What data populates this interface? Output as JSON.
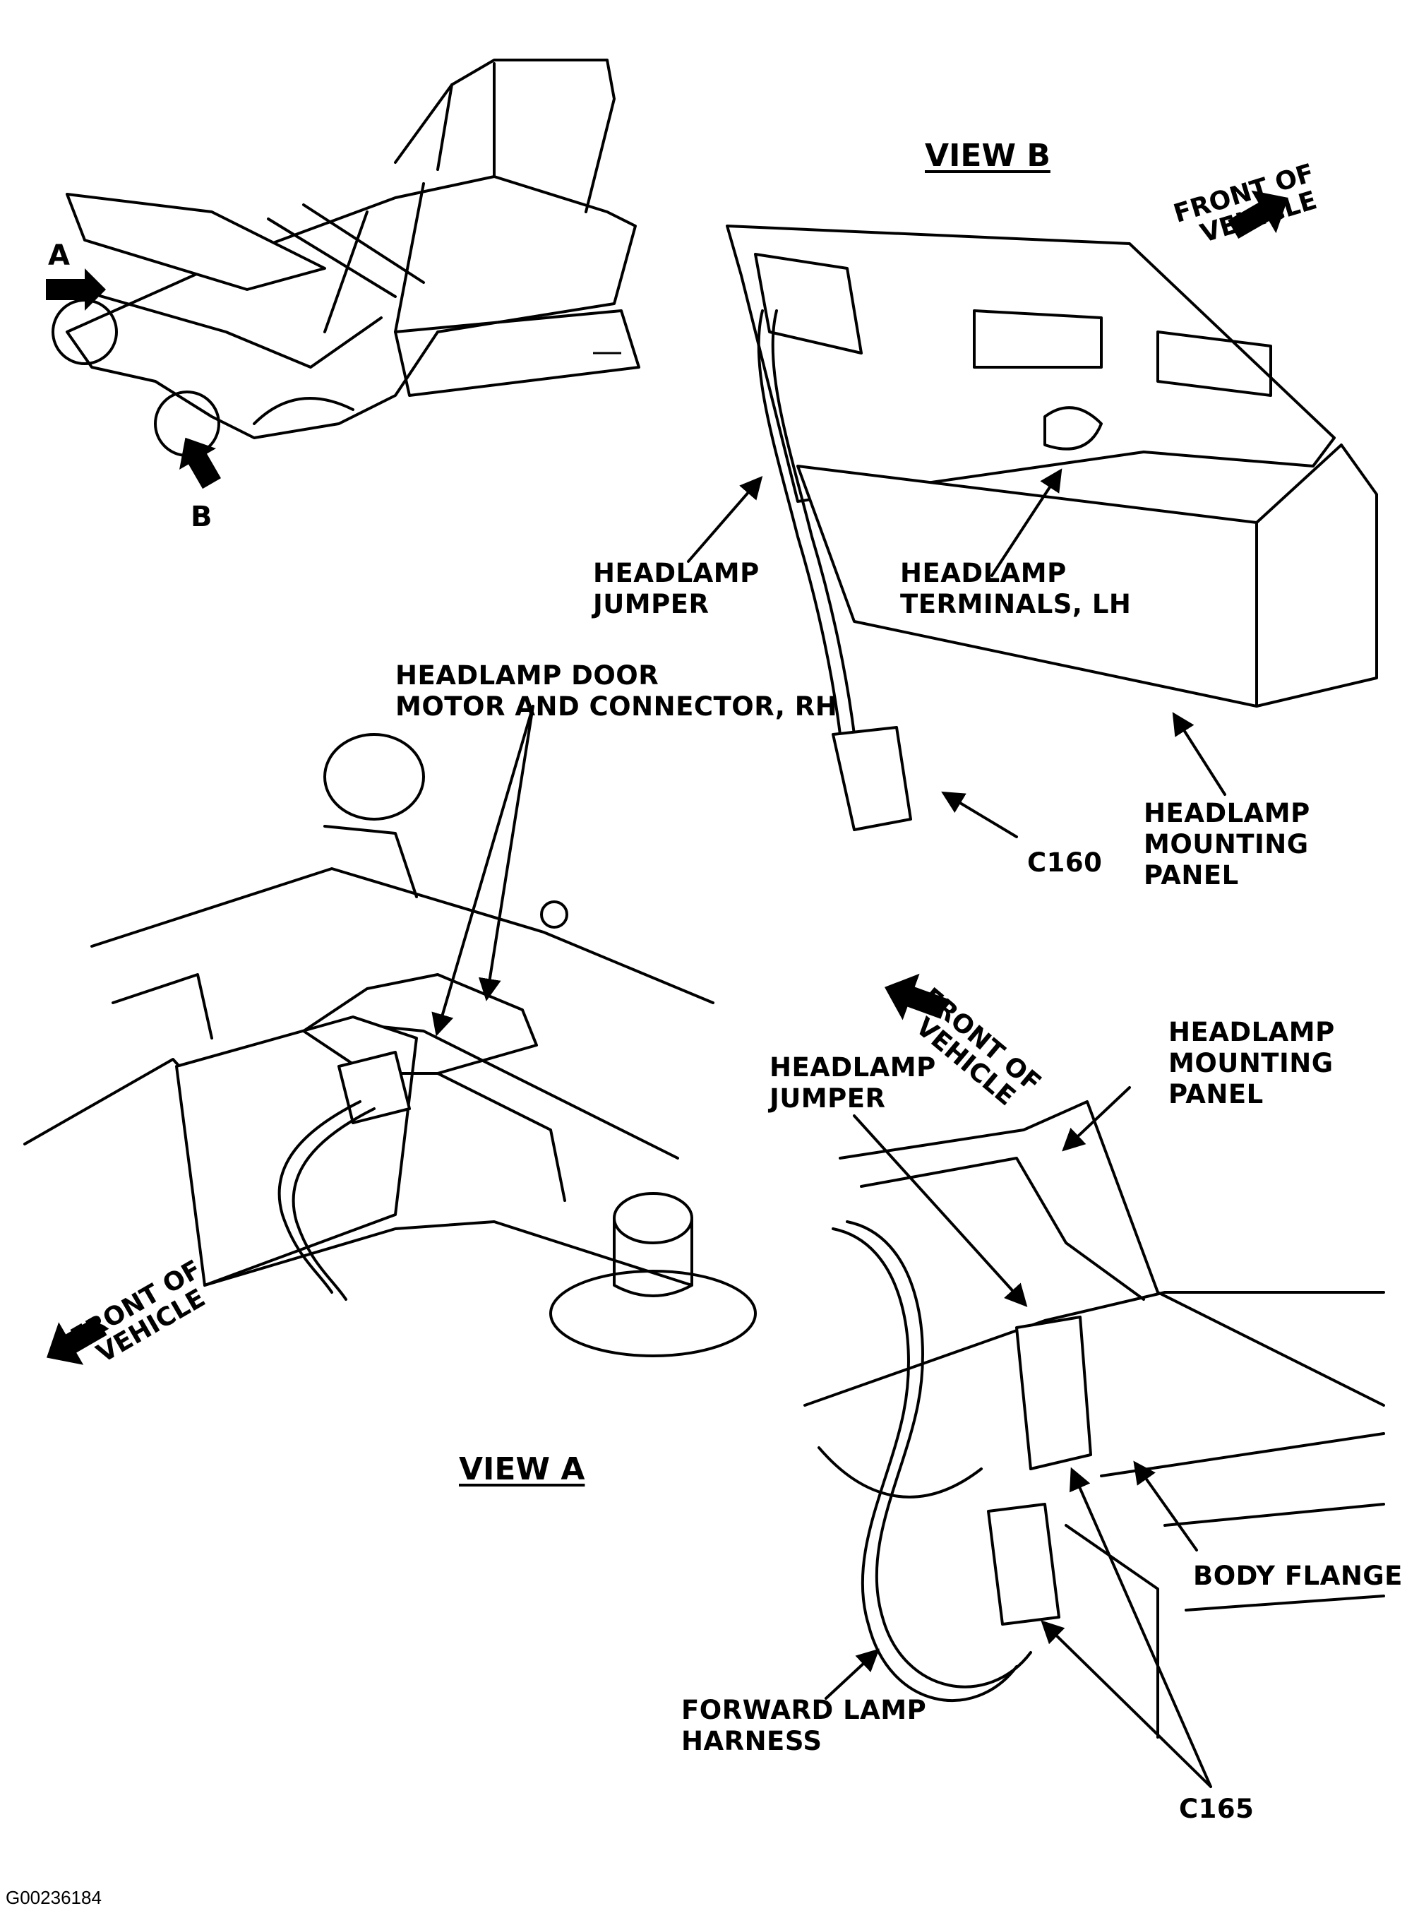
{
  "overview": {
    "marker_a": "A",
    "marker_b": "B"
  },
  "view_b": {
    "title": "VIEW B",
    "front_line1": "FRONT OF",
    "front_line2": "VEHICLE",
    "jumper_line1": "HEADLAMP",
    "jumper_line2": "JUMPER",
    "terminals_line1": "HEADLAMP",
    "terminals_line2": "TERMINALS, LH",
    "panel_line1": "HEADLAMP",
    "panel_line2": "MOUNTING",
    "panel_line3": "PANEL",
    "connector": "C160"
  },
  "view_a": {
    "title": "VIEW A",
    "motor_line1": "HEADLAMP DOOR",
    "motor_line2": "MOTOR AND CONNECTOR, RH",
    "front_line1": "FRONT OF",
    "front_line2": "VEHICLE"
  },
  "view_c": {
    "front_line1": "FRONT OF",
    "front_line2": "VEHICLE",
    "jumper_line1": "HEADLAMP",
    "jumper_line2": "JUMPER",
    "panel_line1": "HEADLAMP",
    "panel_line2": "MOUNTING",
    "panel_line3": "PANEL",
    "flange": "BODY FLANGE",
    "harness_line1": "FORWARD LAMP",
    "harness_line2": "HARNESS",
    "connector": "C165"
  },
  "figure_code": "G00236184"
}
